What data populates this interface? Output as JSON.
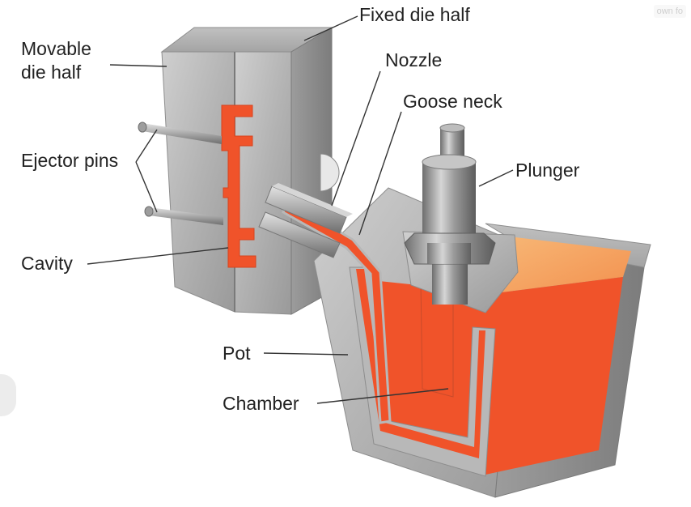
{
  "labels": {
    "fixed_die_half": "Fixed die half",
    "movable_die_half": "Movable\ndie half",
    "nozzle": "Nozzle",
    "goose_neck": "Goose neck",
    "plunger": "Plunger",
    "ejector_pins": "Ejector pins",
    "cavity": "Cavity",
    "pot": "Pot",
    "chamber": "Chamber"
  },
  "watermark": "own fo",
  "colors": {
    "molten_metal": "#f0532a",
    "molten_surface": "#f5a25f",
    "steel_light": "#c9c9c9",
    "steel_mid": "#a9a9a9",
    "steel_dark": "#8a8a8a",
    "leader_line": "#333333"
  }
}
